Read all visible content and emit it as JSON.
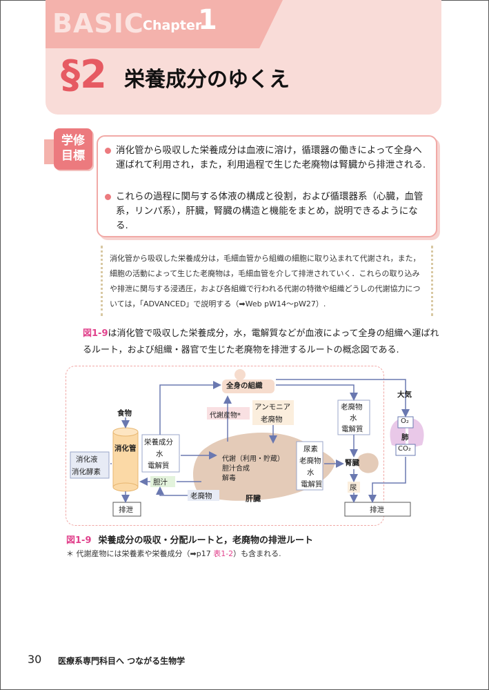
{
  "header": {
    "basic": "BASIC",
    "chapter_word": "Chapter",
    "chapter_num": "1",
    "section_mark": "§2",
    "section_title": "栄養成分のゆくえ"
  },
  "goals": {
    "badge_line1": "学修",
    "badge_line2": "目標",
    "items": [
      "消化管から吸収した栄養成分は血液に溶け，循環器の働きによって全身へ運ばれて利用され，また，利用過程で生じた老廃物は腎臓から排泄される.",
      "これらの過程に関与する体液の構成と役割，および循環器系（心臓，血管系，リンパ系），肝臓，腎臓の構造と機能をまとめ，説明できるようになる."
    ]
  },
  "note": "消化管から吸収した栄養成分は，毛細血管から組織の細胞に取り込まれて代謝され，また，細胞の活動によって生じた老廃物は，毛細血管を介して排泄されていく．これらの取り込みや排泄に関与する浸透圧，および各組織で行われる代謝の特徴や組織どうしの代謝協力については，「ADVANCED」で説明する（➡Web pW14〜pW27）.",
  "intro": {
    "fig_ref": "図1-9",
    "text": "は消化管で吸収した栄養成分，水，電解質などが血液によって全身の組織へ運ばれるルート，および組織・器官で生じた老廃物を排泄するルートの概念図である."
  },
  "figure": {
    "whole_body": "全身の組織",
    "food": "食物",
    "digestive_tract": "消化管",
    "digestive_juice": "消化液",
    "digestive_enzyme": "消化酵素",
    "nutrients": "栄養成分",
    "water": "水",
    "electrolyte": "電解質",
    "bile": "胆汁",
    "waste": "老廃物",
    "metabolite": "代謝産物*",
    "ammonia": "アンモニア",
    "metabolism": "代謝（利用・貯蔵）",
    "bile_synthesis": "胆汁合成",
    "detox": "解毒",
    "liver": "肝臓",
    "urea": "尿素",
    "kidney": "腎臓",
    "urine": "尿",
    "excretion_left": "排泄",
    "excretion_right": "排泄",
    "atmosphere": "大気",
    "o2": "O₂",
    "lung": "肺",
    "co2": "CO₂"
  },
  "caption": {
    "num": "図1-9",
    "text": "栄養成分の吸収・分配ルートと，老廃物の排泄ルート"
  },
  "footnote": {
    "prefix": "＊ 代謝産物には栄養素や栄養成分（➡p17 ",
    "ref": "表1-2",
    "suffix": "）も含まれる."
  },
  "footer": {
    "page_number": "30",
    "book_title": "医療系専門科目へ つながる生物学"
  },
  "colors": {
    "accent_pink": "#e1428c",
    "header_bg": "#f9dcd8",
    "tab_pink": "#f4b2ac",
    "section_red": "#e65a62"
  }
}
